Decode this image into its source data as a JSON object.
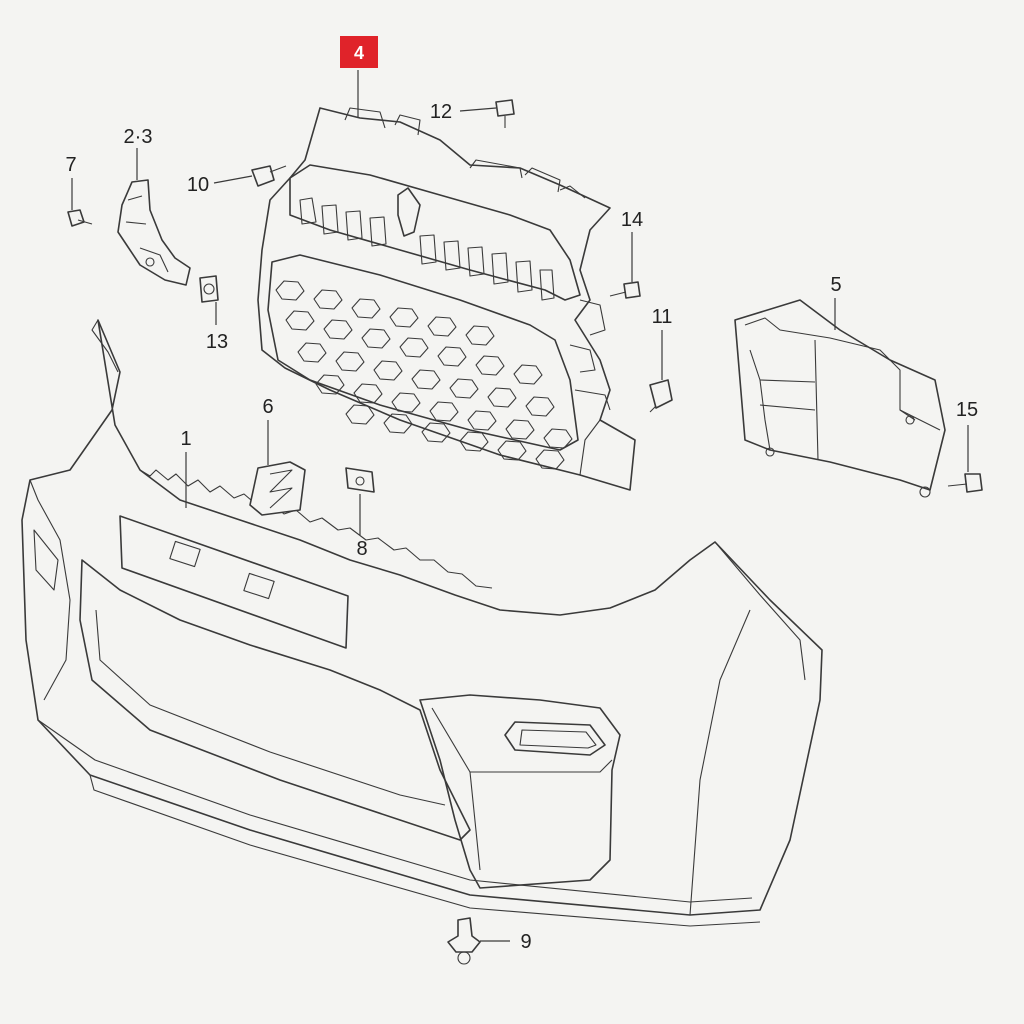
{
  "diagram": {
    "highlight_color": "#e0232a",
    "line_color": "#3a3a3a",
    "callouts": {
      "p1": "1",
      "p23": "2·3",
      "p4": "4",
      "p5": "5",
      "p6": "6",
      "p7": "7",
      "p8": "8",
      "p9": "9",
      "p10": "10",
      "p11": "11",
      "p12": "12",
      "p13": "13",
      "p14": "14",
      "p15": "15"
    }
  }
}
